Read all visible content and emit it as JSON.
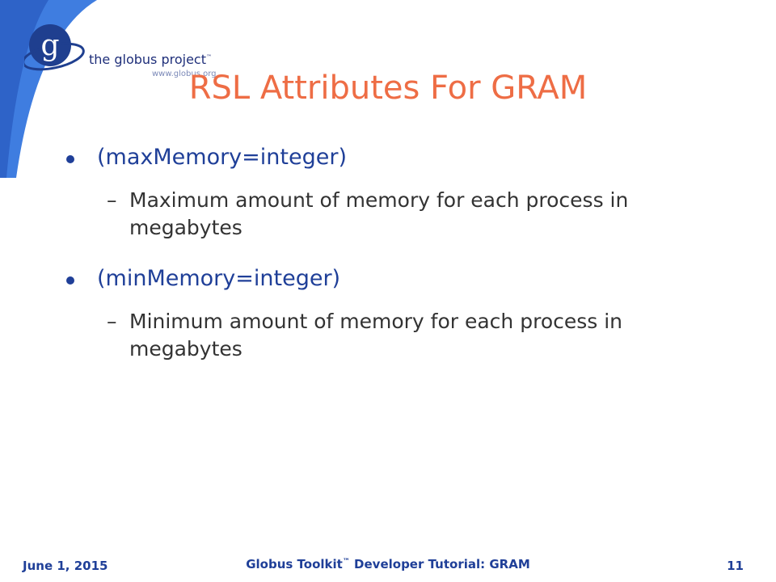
{
  "header": {
    "logo_name": "the globus project",
    "logo_tm": "™",
    "logo_url": "www.globus.org"
  },
  "slide": {
    "title": "RSL Attributes For GRAM",
    "bullets": [
      {
        "label": "(maxMemory=integer)",
        "sub": "Maximum amount of memory for each process in megabytes"
      },
      {
        "label": "(minMemory=integer)",
        "sub": "Minimum amount of memory for each process in megabytes"
      }
    ]
  },
  "footer": {
    "date": "June 1, 2015",
    "title": "Globus Toolkit",
    "title_tm": "™",
    "title_rest": " Developer Tutorial: GRAM",
    "page": "11"
  },
  "colors": {
    "title": "#ee6d45",
    "bullet": "#1f3f98",
    "swoosh": "#3f7de0"
  }
}
